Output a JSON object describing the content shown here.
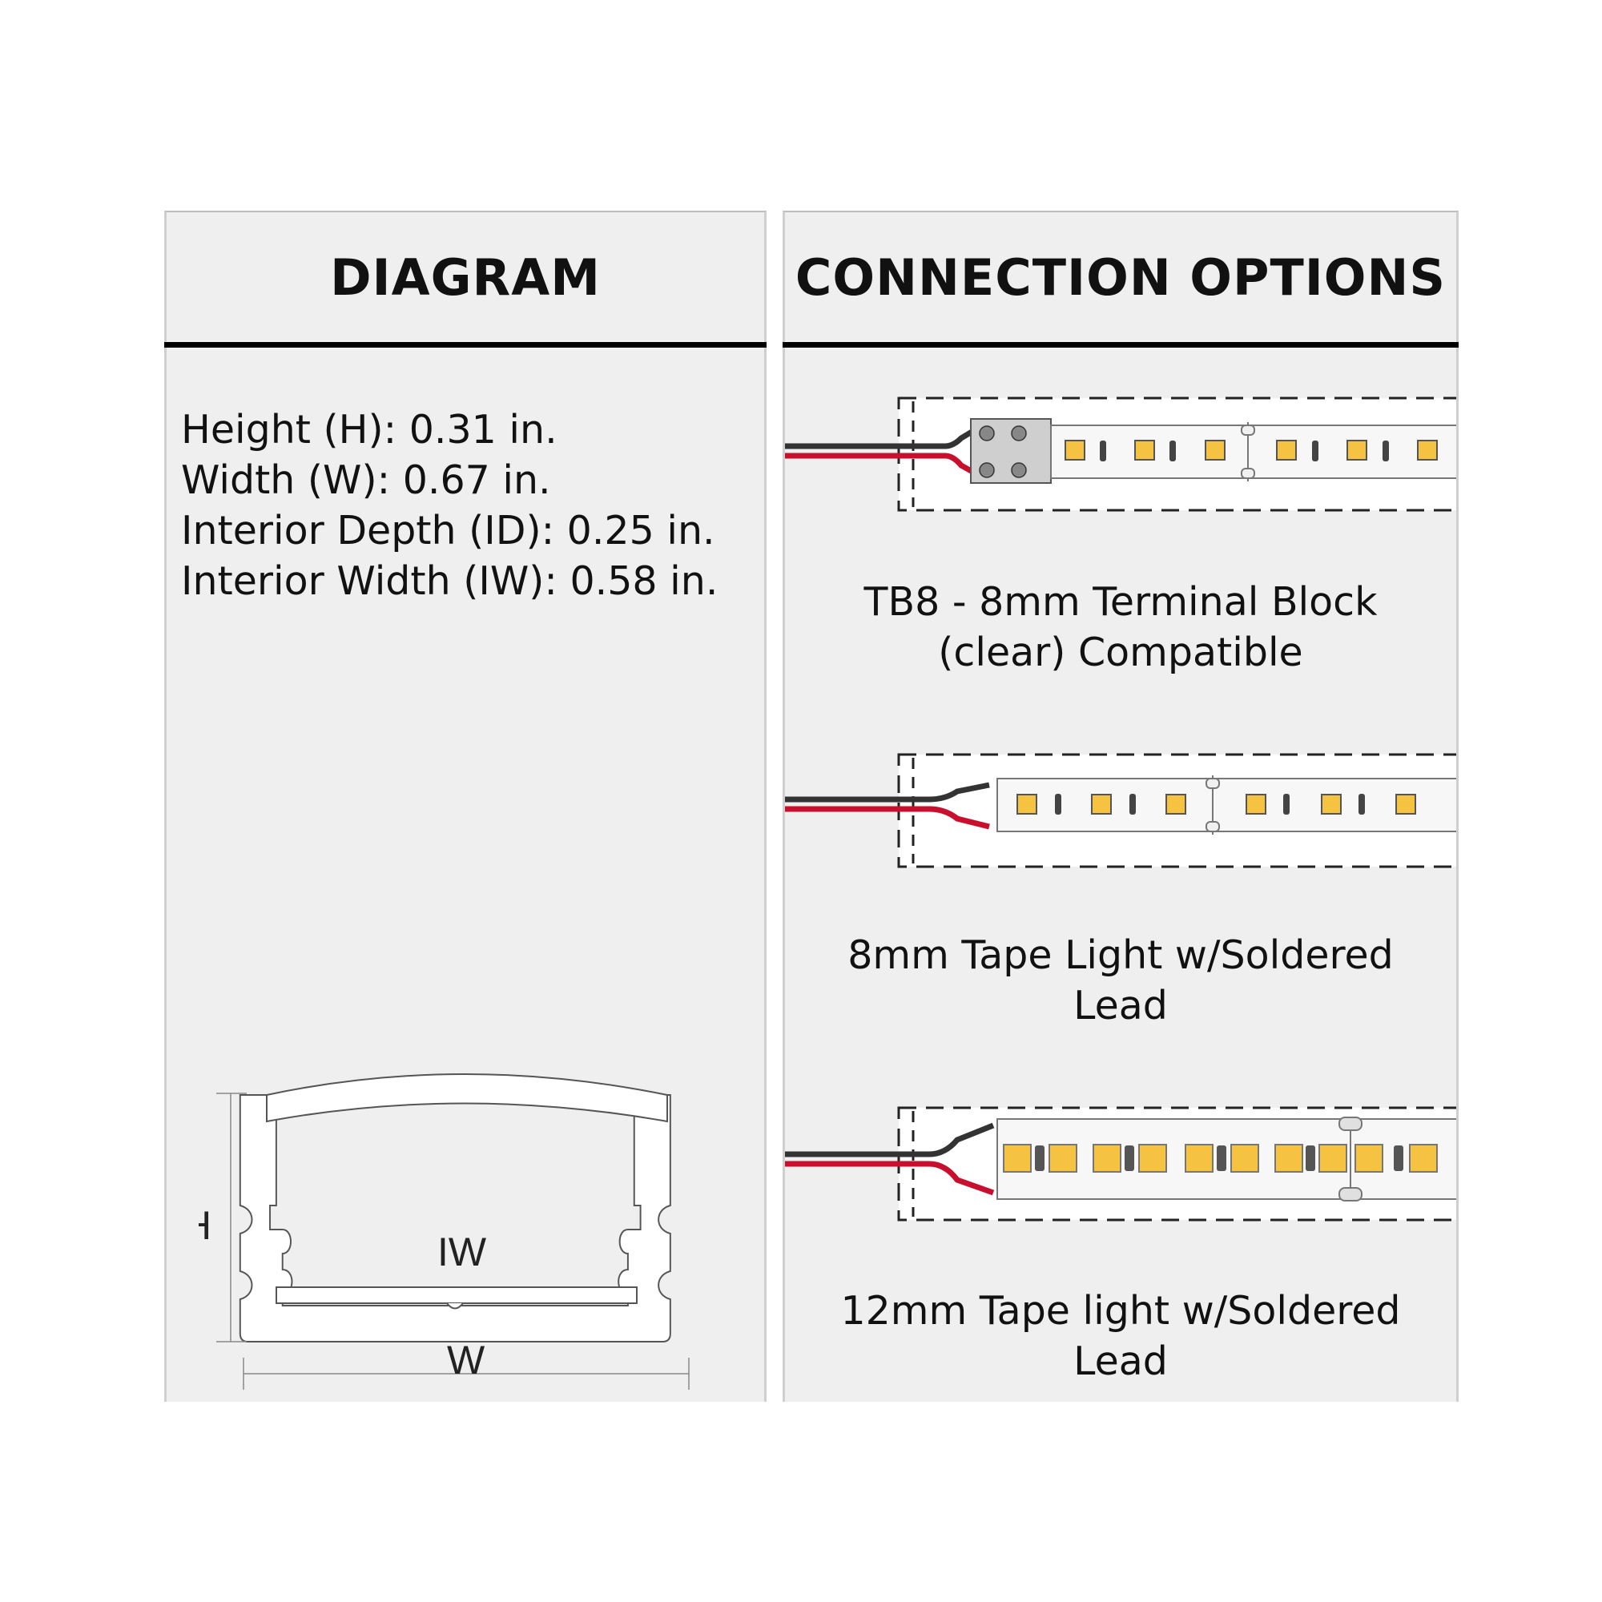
{
  "diagram_panel": {
    "title": "DIAGRAM",
    "specs": [
      "Height (H): 0.31 in.",
      "Width (W): 0.67 in.",
      "Interior Depth (ID): 0.25 in.",
      "Interior Width (IW): 0.58 in."
    ],
    "labels": {
      "height": "H",
      "width": "W",
      "interior_width": "IW"
    }
  },
  "connection_panel": {
    "title": "CONNECTION OPTIONS",
    "options": [
      {
        "caption_line1": "TB8 - 8mm Terminal Block",
        "caption_line2": "(clear) Compatible"
      },
      {
        "caption_line1": "8mm Tape Light w/Soldered",
        "caption_line2": "Lead"
      },
      {
        "caption_line1": "12mm Tape light w/Soldered",
        "caption_line2": "Lead"
      }
    ]
  },
  "colors": {
    "panel_bg": "#efefef",
    "wire_red": "#c8102e",
    "wire_black": "#333333",
    "led_yellow": "#f5c242"
  }
}
